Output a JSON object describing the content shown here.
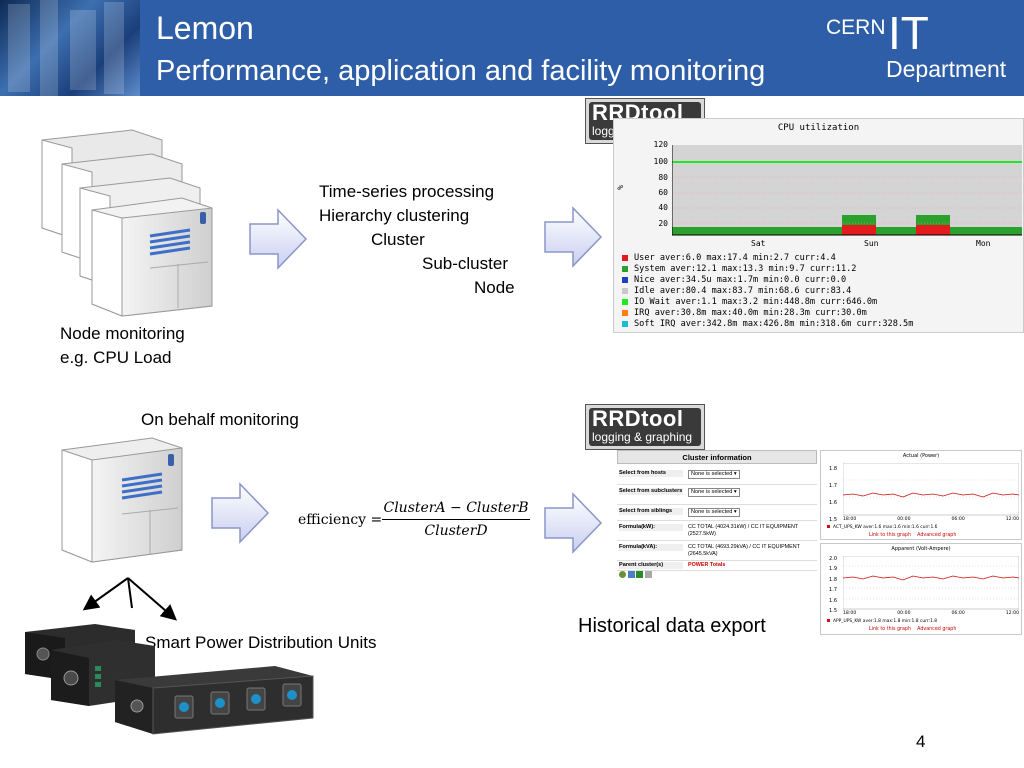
{
  "header": {
    "title": "Lemon",
    "subtitle": "Performance, application and facility monitoring",
    "logo": {
      "cern": "CERN",
      "it": "IT",
      "department": "Department"
    }
  },
  "left": {
    "node_monitoring": [
      "Node monitoring",
      "e.g. CPU Load"
    ],
    "on_behalf": "On behalf monitoring",
    "smart_pdu": "Smart Power Distribution Units"
  },
  "middle": {
    "processing": [
      "Time-series processing",
      "Hierarchy clustering",
      "Cluster",
      "Sub-cluster",
      "Node"
    ],
    "formula": {
      "label": "efficiency =",
      "numerator": "ClusterA − ClusterB",
      "denominator": "ClusterD"
    }
  },
  "rrdtool": {
    "name": "RRDtool",
    "tagline": "logging & graphing"
  },
  "cpu_chart": {
    "title": "CPU utilization",
    "y_ticks": [
      "120",
      "100",
      "80",
      "60",
      "40",
      "20"
    ],
    "y_unit": "%",
    "x_ticks": [
      "Sat",
      "Sun",
      "Mon"
    ],
    "legend": [
      {
        "text": "User   aver:6.0     max:17.4     min:2.7     curr:4.4",
        "color": "#e41a1c"
      },
      {
        "text": "System   aver:12.1     max:13.3     min:9.7     curr:11.2",
        "color": "#2ca02c"
      },
      {
        "text": "Nice   aver:34.5u   max:1.7m   min:0.0     curr:0.0",
        "color": "#1f3fbf"
      },
      {
        "text": "Idle   aver:80.4     max:83.7     min:68.6     curr:83.4",
        "color": "#c8c8c8"
      },
      {
        "text": "IO Wait   aver:1.1     max:3.2     min:448.8m   curr:646.0m",
        "color": "#22e822"
      },
      {
        "text": "IRQ   aver:30.8m   max:40.0m   min:28.3m   curr:30.0m",
        "color": "#ff7f0e"
      },
      {
        "text": "Soft IRQ   aver:342.8m   max:426.8m   min:318.6m   curr:328.5m",
        "color": "#17becf"
      }
    ]
  },
  "cluster_info": {
    "title": "Cluster information",
    "rows": [
      {
        "label": "Select from hosts",
        "value": "None is selected"
      },
      {
        "label": "Select from subclusters",
        "value": "None is selected"
      },
      {
        "label": "Select from siblings",
        "value": "None is selected"
      },
      {
        "label": "Formula(kW):",
        "value": "CC TOTAL (4024.31kW) / CC IT EQUIPMENT (2527.5kW)"
      },
      {
        "label": "Formula(kVA):",
        "value": "CC TOTAL (4693.29kVA) / CC IT EQUIPMENT (2645.5kVA)"
      },
      {
        "label": "Parent cluster(s)",
        "value": "POWER Totals"
      }
    ]
  },
  "mini_charts": [
    {
      "title": "Actual (Power)",
      "y_ticks": [
        "1.8",
        "1.7",
        "1.6",
        "1.5"
      ],
      "x_ticks": [
        "18:00",
        "00:00",
        "06:00",
        "12:00"
      ],
      "legend": "ACT_UPS_KW   aver:1.6   max:1.6   min:1.6   curr:1.6",
      "links": [
        "Link to this graph",
        "Advanced graph"
      ]
    },
    {
      "title": "Apparent (Volt-Ampere)",
      "y_ticks": [
        "2.0",
        "1.9",
        "1.8",
        "1.7",
        "1.6",
        "1.5"
      ],
      "x_ticks": [
        "18:00",
        "00:00",
        "06:00",
        "12:00"
      ],
      "legend": "APP_UPS_KW   aver:1.8   max:1.8   min:1.8   curr:1.8",
      "links": [
        "Link to this graph",
        "Advanced graph"
      ]
    }
  ],
  "historical": "Historical data export",
  "page_number": "4"
}
